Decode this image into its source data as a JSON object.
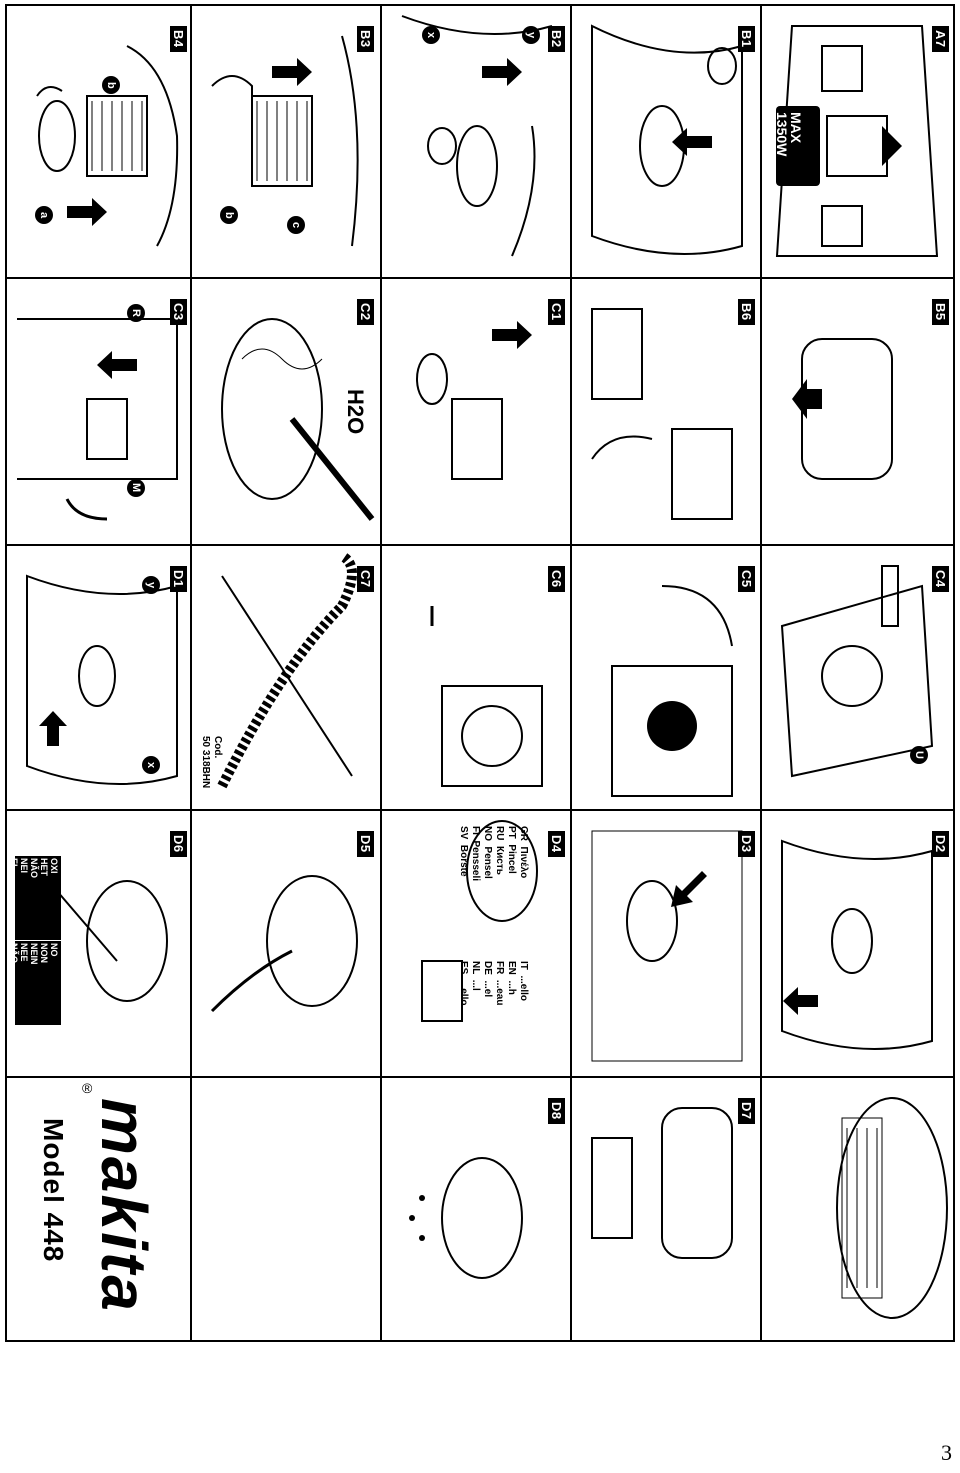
{
  "rows": [
    {
      "r": 0,
      "cells": [
        "B4",
        "B3",
        "B2",
        "B1",
        "A7"
      ]
    },
    {
      "r": 1,
      "cells": [
        "C3",
        "C2",
        "C1",
        "B6",
        "B5"
      ]
    },
    {
      "r": 2,
      "cells": [
        "D1",
        "C7",
        "C6",
        "C5",
        "C4"
      ]
    },
    {
      "r": 3,
      "cells": [
        "D6",
        "D5",
        "D4",
        "D3",
        "D2"
      ]
    },
    {
      "r": 4,
      "cells": [
        "",
        "",
        "D8",
        "D7",
        ""
      ]
    }
  ],
  "callouts": {
    "a": "a",
    "b": "b",
    "c": "c",
    "x": "x",
    "y": "y",
    "M": "M",
    "R": "R",
    "U": "U"
  },
  "labels": {
    "h2o": "H2O",
    "cod_line1": "Cod.",
    "cod_line2": "50 318BHN",
    "max_line1": "MAX",
    "max_line2": "1350W",
    "yes_words": "OXI\nHET\nNÃO\nNEI\nEI\nNEJ",
    "no_words": "NO\nNON\nNEIN\nNEE\nNÃO",
    "lang_table_left": "IT  ...ello\nEN  ...h\nFR  ...eau\nDE  ...el\nNL  ...l\nES  ...ello",
    "lang_table_right": "GR  Πινέλο\nPT  Pincel\nRU  Кисть\nNO  Pensel\nFI  Pensseli\nSV  Borste"
  },
  "brand": {
    "logo_text": "makita",
    "registered": "®",
    "model": "Model 448"
  },
  "page_number": "3"
}
